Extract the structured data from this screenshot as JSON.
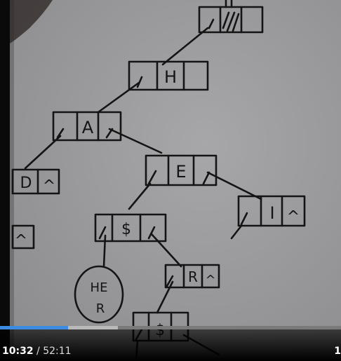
{
  "player": {
    "current_time": "10:32",
    "separator": " / ",
    "duration": "52:11",
    "edge_glyph": "1",
    "progress_played": 0.2,
    "progress_buffered": 0.345,
    "progress_color": "#3d8be0"
  },
  "whiteboard": {
    "node_letters": [
      "H",
      "A",
      "E",
      "D",
      "^",
      "$",
      "I",
      "^",
      "^",
      "R",
      "^",
      "$"
    ],
    "circle_text_line1": "HE",
    "circle_text_line2": "R"
  }
}
